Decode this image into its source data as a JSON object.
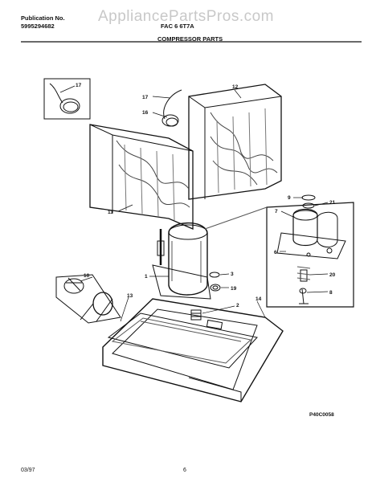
{
  "watermark": "AppliancePartsPros.com",
  "header": {
    "publication_label": "Publication No.",
    "publication_number": "5995294682",
    "model_text": "FAC 6 6T7A",
    "section_title": "COMPRESSOR PARTS"
  },
  "callouts": [
    "17",
    "17",
    "16",
    "12",
    "11",
    "9",
    "21",
    "7",
    "6",
    "1",
    "3",
    "19",
    "20",
    "8",
    "10",
    "13",
    "2",
    "14"
  ],
  "diagram_code": "P40C0058",
  "footer": {
    "date": "03/97",
    "page": "6"
  },
  "colors": {
    "line": "#111111",
    "watermark": "#c8c8c8"
  }
}
